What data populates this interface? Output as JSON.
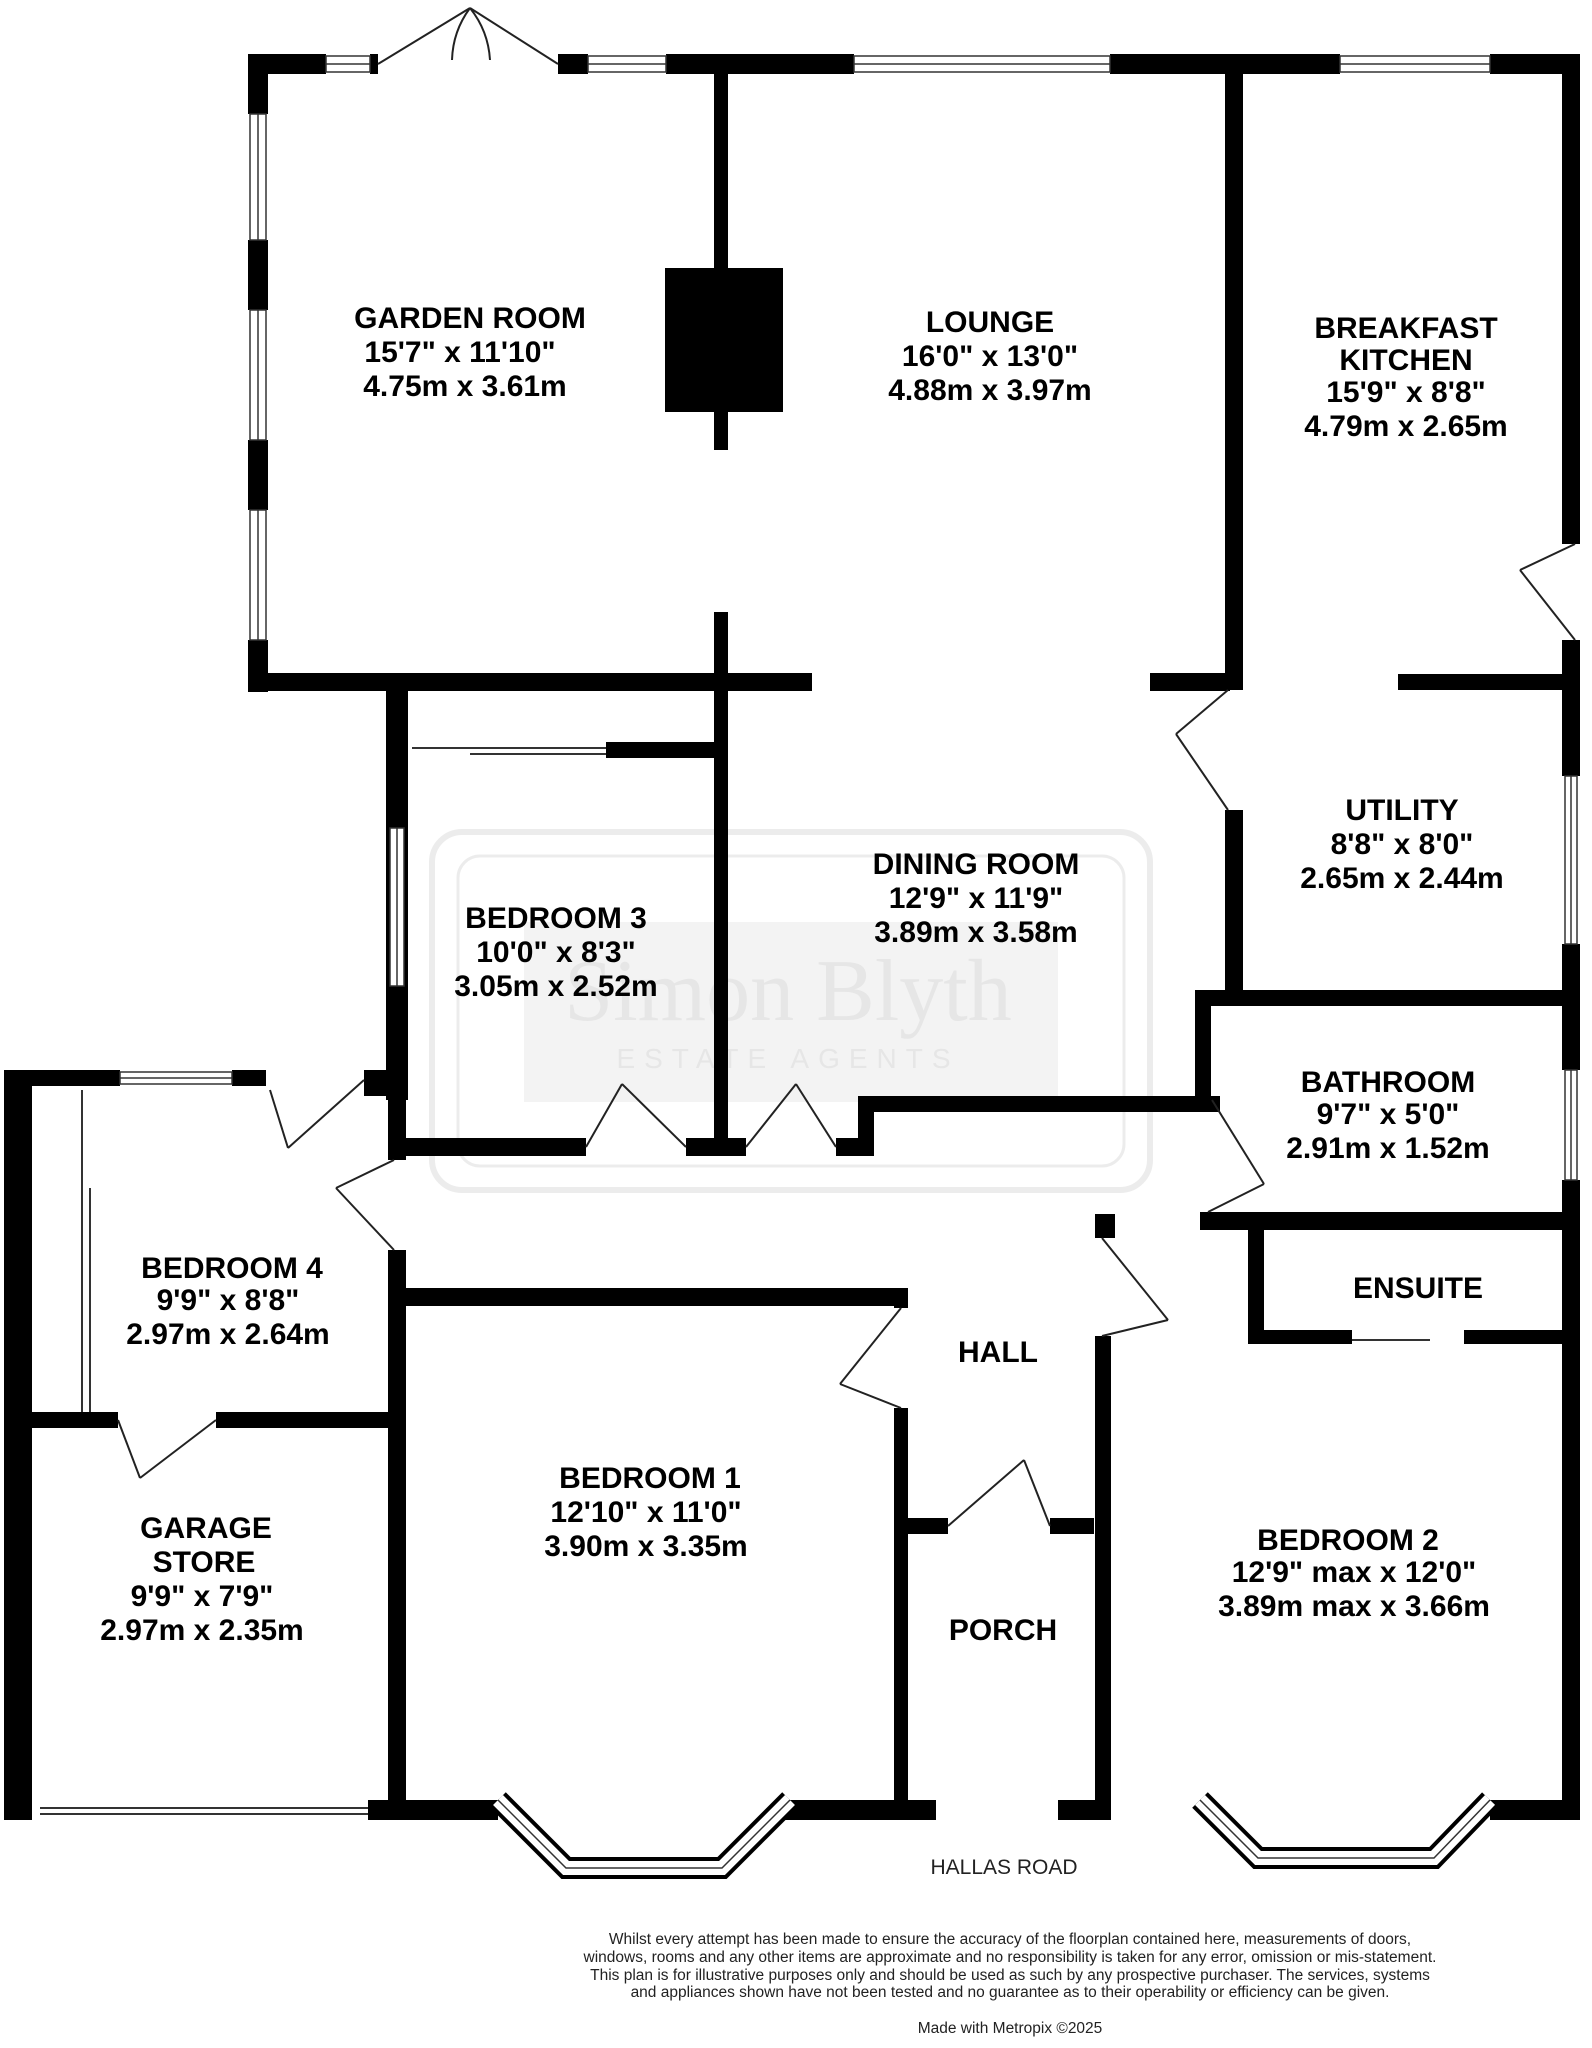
{
  "watermark": {
    "name": "Simon Blyth",
    "subtitle": "ESTATE AGENTS"
  },
  "rooms": {
    "garden_room": {
      "name": "GARDEN ROOM",
      "imperial": "15'7\"  x 11'10\"",
      "metric": "4.75m  x 3.61m"
    },
    "lounge": {
      "name": "LOUNGE",
      "imperial": "16'0\"  x 13'0\"",
      "metric": "4.88m  x 3.97m"
    },
    "breakfast_kitchen": {
      "name_line1": "BREAKFAST",
      "name_line2": "KITCHEN",
      "imperial": "15'9\"  x 8'8\"",
      "metric": "4.79m  x 2.65m"
    },
    "utility": {
      "name": "UTILITY",
      "imperial": "8'8\"  x 8'0\"",
      "metric": "2.65m  x 2.44m"
    },
    "dining_room": {
      "name": "DINING ROOM",
      "imperial": "12'9\"  x 11'9\"",
      "metric": "3.89m  x 3.58m"
    },
    "bedroom_3": {
      "name": "BEDROOM 3",
      "imperial": "10'0\"  x 8'3\"",
      "metric": "3.05m  x 2.52m"
    },
    "bathroom": {
      "name": "BATHROOM",
      "imperial": "9'7\"  x 5'0\"",
      "metric": "2.91m  x 1.52m"
    },
    "ensuite": {
      "name": "ENSUITE"
    },
    "bedroom_4": {
      "name": "BEDROOM 4",
      "imperial": "9'9\"  x 8'8\"",
      "metric": "2.97m  x 2.64m"
    },
    "hall": {
      "name": "HALL"
    },
    "bedroom_1": {
      "name": "BEDROOM 1",
      "imperial": "12'10\"  x 11'0\"",
      "metric": "3.90m  x 3.35m"
    },
    "garage_store": {
      "name_line1": "GARAGE",
      "name_line2": "STORE",
      "imperial": "9'9\"  x 7'9\"",
      "metric": "2.97m  x 2.35m"
    },
    "porch": {
      "name": "PORCH"
    },
    "bedroom_2": {
      "name": "BEDROOM 2",
      "imperial": "12'9\" max x 12'0\"",
      "metric": "3.89m max x 3.66m"
    }
  },
  "road_label": "HALLAS ROAD",
  "disclaimer": "Whilst every attempt has been made to ensure the accuracy of the floorplan contained here, measurements of doors, windows, rooms and any other items are approximate and no responsibility is taken for any error, omission or mis-statement. This plan is for illustrative purposes only and should be used as such by any prospective purchaser. The services, systems and appliances shown have not been tested and no guarantee as to their operability or efficiency can be given.",
  "credit": "Made with Metropix ©2025"
}
